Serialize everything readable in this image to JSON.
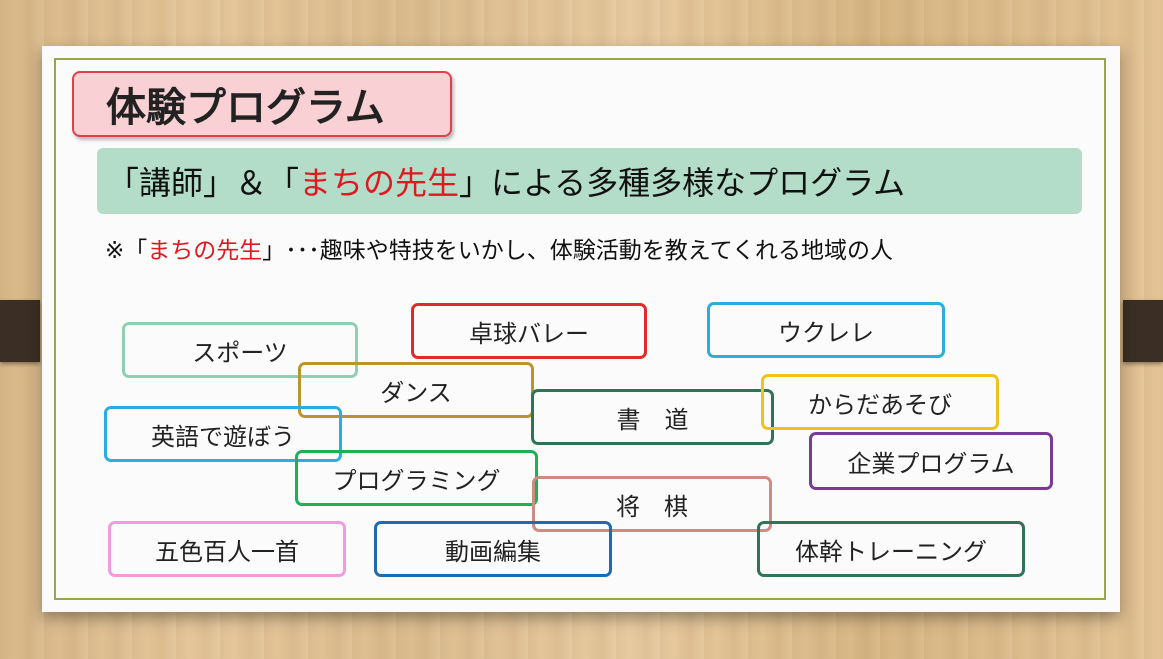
{
  "title": "体験プログラム",
  "subtitle": {
    "part1": "「講師」＆「",
    "highlight": "まちの先生",
    "part2": "」による多種多様なプログラム"
  },
  "note": {
    "part1": "※「",
    "highlight": "まちの先生",
    "part2": "」･･･趣味や特技をいかし、体験活動を教えてくれる地域の人"
  },
  "programs": [
    {
      "label": "スポーツ",
      "color": "#8fcfb2"
    },
    {
      "label": "卓球バレー",
      "color": "#e32a2a"
    },
    {
      "label": "ウクレレ",
      "color": "#2aaee0"
    },
    {
      "label": "ダンス",
      "color": "#b8952e"
    },
    {
      "label": "書　道",
      "color": "#2f7457"
    },
    {
      "label": "からだあそび",
      "color": "#f2c21b"
    },
    {
      "label": "英語で遊ぼう",
      "color": "#2aaee0"
    },
    {
      "label": "企業プログラム",
      "color": "#7a3b97"
    },
    {
      "label": "プログラミング",
      "color": "#1fae5a"
    },
    {
      "label": "将　棋",
      "color": "#cf8a82"
    },
    {
      "label": "五色百人一首",
      "color": "#f29ae0"
    },
    {
      "label": "動画編集",
      "color": "#1d6bb0"
    },
    {
      "label": "体幹トレーニング",
      "color": "#2f7457"
    }
  ]
}
